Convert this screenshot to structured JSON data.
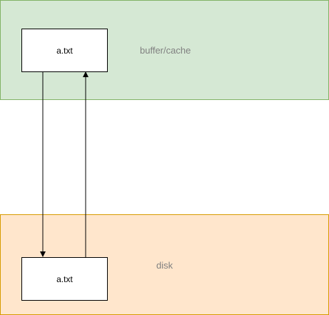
{
  "regions": {
    "cache": {
      "label": "buffer/cache"
    },
    "disk": {
      "label": "disk"
    }
  },
  "files": {
    "cache_file": {
      "label": "a.txt"
    },
    "disk_file": {
      "label": "a.txt"
    }
  },
  "colors": {
    "cache_fill": "#d5e8d4",
    "cache_stroke": "#82b366",
    "disk_fill": "#ffe6cc",
    "disk_stroke": "#d79b00",
    "arrow": "#000000"
  }
}
